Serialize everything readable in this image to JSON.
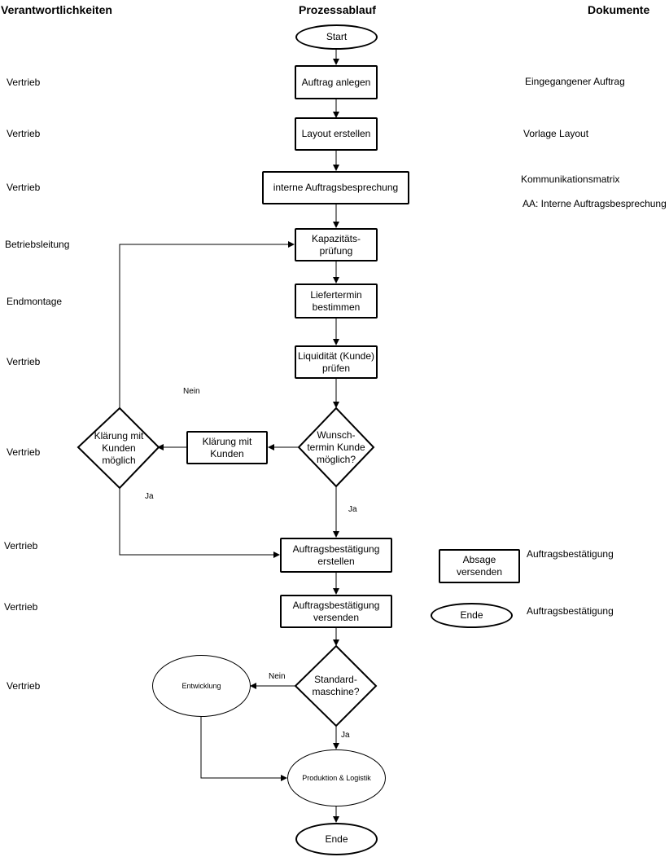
{
  "headers": {
    "responsibilities": "Verantwortlichkeiten",
    "process": "Prozessablauf",
    "documents": "Dokumente"
  },
  "lanes": {
    "r1": "Vertrieb",
    "r2": "Vertrieb",
    "r3": "Vertrieb",
    "r4": "Betriebsleitung",
    "r5": "Endmontage",
    "r6": "Vertrieb",
    "r7": "Vertrieb",
    "r8": "Vertrieb",
    "r9": "Vertrieb",
    "r10": "Vertrieb"
  },
  "documents": {
    "d1": "Eingegangener Auftrag",
    "d2": "Vorlage Layout",
    "d3": "Kommunikationsmatrix",
    "d4": "AA: Interne Auftragsbesprechung",
    "d5": "Auftragsbestätigung",
    "d6": "Auftragsbestätigung"
  },
  "nodes": {
    "start": "Start",
    "auftrag_anlegen": "Auftrag anlegen",
    "layout_erstellen": "Layout erstellen",
    "interne_besprechung": "interne Auftragsbesprechung",
    "kapazitaet": "Kapazitäts-\nprüfung",
    "liefertermin": "Liefertermin\nbestimmen",
    "liquiditaet": "Liquidität (Kunde)\nprüfen",
    "wunschtermin": "Wunsch-\ntermin Kunde\nmöglich?",
    "klaerung_box": "Klärung mit\nKunden",
    "klaerung_decision": "Klärung mit\nKunden\nmöglich",
    "ab_erstellen": "Auftragsbestätigung\nerstellen",
    "ab_versenden": "Auftragsbestätigung\nversenden",
    "absage_versenden": "Absage\nversenden",
    "ende_side": "Ende",
    "standardmaschine": "Standard-\nmaschine?",
    "entwicklung": "Entwicklung",
    "produktion": "Produktion & Logistik",
    "ende": "Ende"
  },
  "edge_labels": {
    "nein_top": "Nein",
    "ja_left": "Ja",
    "ja_center": "Ja",
    "nein_bottom": "Nein",
    "ja_bottom": "Ja"
  }
}
